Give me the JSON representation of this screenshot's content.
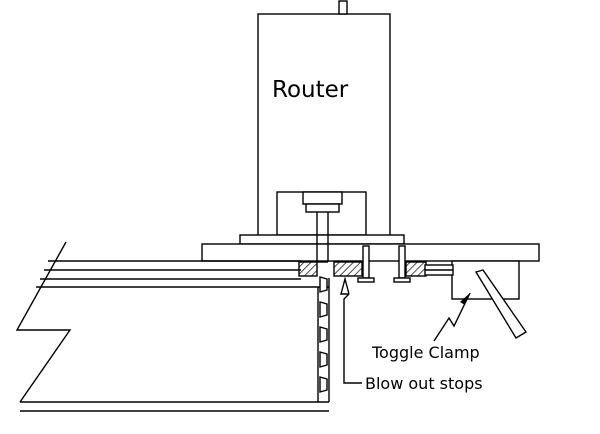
{
  "labels": {
    "router": "Router",
    "toggle_clamp": "Toggle Clamp",
    "blow_out_stops": "Blow out stops"
  },
  "colors": {
    "ink": "#000000",
    "paper": "#ffffff"
  }
}
